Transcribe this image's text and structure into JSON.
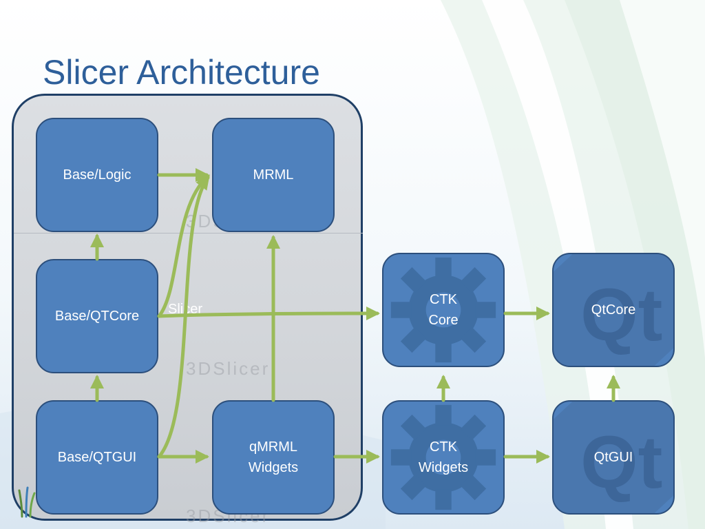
{
  "title": "Slicer Architecture",
  "colors": {
    "node_fill": "#4f81bd",
    "node_border": "#2c4f7c",
    "edge": "#9bbb59",
    "title": "#2e5f9a",
    "panel_border": "#1f3f66"
  },
  "container": {
    "label": "Slicer",
    "watermark_text": "3DSlicer"
  },
  "nodes": [
    {
      "id": "base_logic",
      "label": "Base/Logic"
    },
    {
      "id": "mrml",
      "label": "MRML"
    },
    {
      "id": "base_qtcore",
      "label": "Base/QTCore"
    },
    {
      "id": "ctk_core",
      "label": "CTK\nCore",
      "emblem": "gear-icon"
    },
    {
      "id": "qtcore",
      "label": "QtCore",
      "emblem": "qt-logo-icon"
    },
    {
      "id": "base_qtgui",
      "label": "Base/QTGUI"
    },
    {
      "id": "qmrml_widgets",
      "label": "qMRML\nWidgets"
    },
    {
      "id": "ctk_widgets",
      "label": "CTK\nWidgets",
      "emblem": "gear-icon"
    },
    {
      "id": "qtgui",
      "label": "QtGUI",
      "emblem": "qt-logo-icon"
    }
  ],
  "edges": [
    {
      "from": "base_logic",
      "to": "mrml"
    },
    {
      "from": "base_qtcore",
      "to": "base_logic"
    },
    {
      "from": "base_qtcore",
      "to": "mrml"
    },
    {
      "from": "base_qtcore",
      "to": "ctk_core"
    },
    {
      "from": "base_qtgui",
      "to": "base_qtcore"
    },
    {
      "from": "base_qtgui",
      "to": "mrml"
    },
    {
      "from": "base_qtgui",
      "to": "qmrml_widgets"
    },
    {
      "from": "qmrml_widgets",
      "to": "mrml"
    },
    {
      "from": "qmrml_widgets",
      "to": "ctk_widgets"
    },
    {
      "from": "ctk_core",
      "to": "qtcore"
    },
    {
      "from": "ctk_widgets",
      "to": "ctk_core"
    },
    {
      "from": "ctk_widgets",
      "to": "qtgui"
    },
    {
      "from": "qtgui",
      "to": "qtcore"
    }
  ]
}
